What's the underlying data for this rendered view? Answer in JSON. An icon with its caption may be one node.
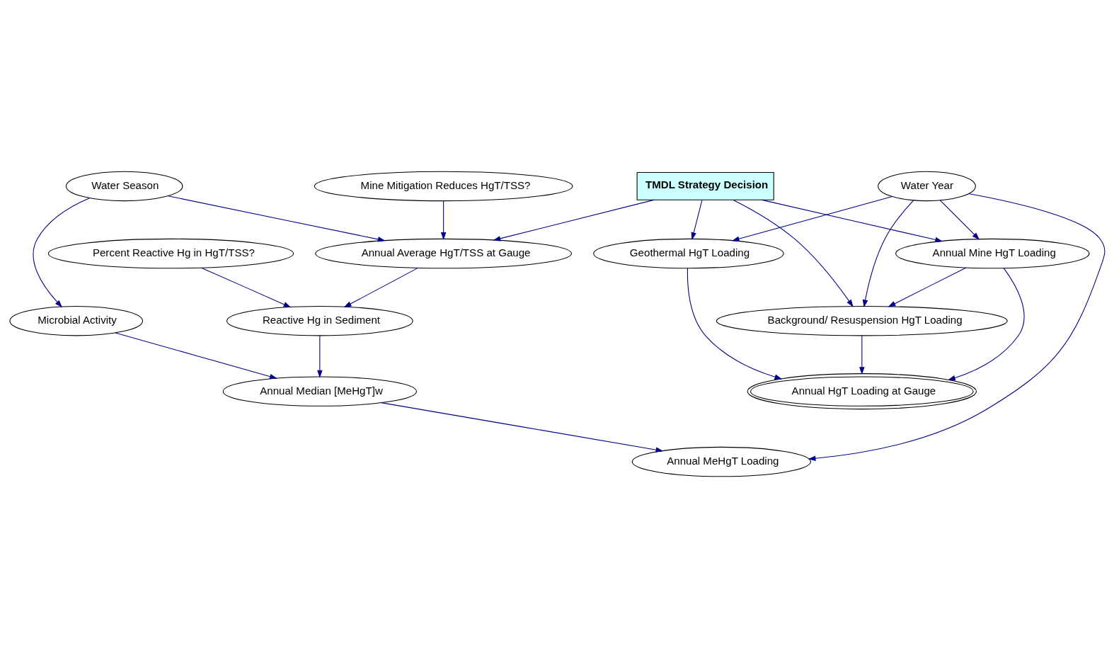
{
  "diagram": {
    "nodes": [
      {
        "text": [
          "TMDL Strategy Decision"
        ]
      },
      {
        "text": [
          "Water Year"
        ]
      },
      {
        "text": [
          "Water Season"
        ]
      },
      {
        "text": [
          "Mine Mitigation Reduces HgT/TSS?"
        ]
      },
      {
        "text": [
          "Geothermal HgT Loading"
        ]
      },
      {
        "text": [
          "Annual Mine HgT Loading"
        ]
      },
      {
        "text": [
          "Background/ Resuspension HgT Loading"
        ]
      },
      {
        "text": [
          "Annual Average HgT/TSS at Gauge"
        ]
      },
      {
        "text": [
          "Percent Reactive Hg in HgT/TSS?"
        ]
      },
      {
        "text": [
          "Reactive Hg in Sediment"
        ]
      },
      {
        "text": [
          "Microbial Activity"
        ]
      },
      {
        "text": [
          "Annual HgT Loading at Gauge"
        ]
      },
      {
        "text": [
          "Annual MeHgT Loading"
        ]
      },
      {
        "text": [
          "Annual Median [MeHgT]w"
        ]
      }
    ],
    "edges": [
      {
        "from": 0,
        "to": 4,
        "arrow": "to"
      },
      {
        "from": 0,
        "to": 5,
        "arrow": "to"
      },
      {
        "from": 0,
        "to": 6,
        "arrow": "to"
      },
      {
        "from": 0,
        "to": 7,
        "arrow": "to"
      },
      {
        "from": 1,
        "to": 4,
        "arrow": "to"
      },
      {
        "from": 1,
        "to": 5,
        "arrow": "to"
      },
      {
        "from": 1,
        "to": 6,
        "arrow": "to"
      },
      {
        "from": 1,
        "to": 12,
        "arrow": "to"
      },
      {
        "from": 2,
        "to": 7,
        "arrow": "to"
      },
      {
        "from": 2,
        "to": 10,
        "arrow": "to"
      },
      {
        "from": 3,
        "to": 7,
        "arrow": "to"
      },
      {
        "from": 5,
        "to": 6,
        "arrow": "to"
      },
      {
        "from": 4,
        "to": 11,
        "arrow": "to"
      },
      {
        "from": 5,
        "to": 11,
        "arrow": "to"
      },
      {
        "from": 6,
        "to": 11,
        "arrow": "to"
      },
      {
        "from": 7,
        "to": 9,
        "arrow": "to"
      },
      {
        "from": 8,
        "to": 9,
        "arrow": "to"
      },
      {
        "from": 9,
        "to": 13,
        "arrow": "to"
      },
      {
        "from": 10,
        "to": 13,
        "arrow": "to"
      },
      {
        "from": 13,
        "to": 12,
        "arrow": "to"
      }
    ]
  }
}
